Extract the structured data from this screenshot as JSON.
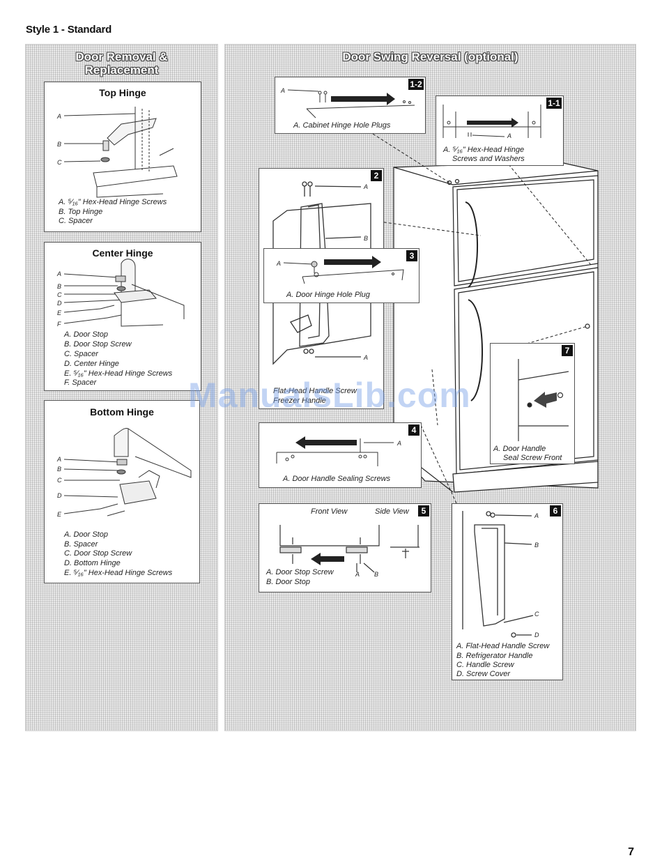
{
  "header": {
    "style_title": "Style 1 - Standard"
  },
  "left_panel": {
    "title_line1": "Door Removal &",
    "title_line2": "Replacement",
    "top_hinge": {
      "title": "Top Hinge",
      "labels": [
        "A",
        "B",
        "C"
      ],
      "captions": [
        "A. ⁵⁄₁₆\" Hex-Head Hinge Screws",
        "B. Top Hinge",
        "C. Spacer"
      ]
    },
    "center_hinge": {
      "title": "Center Hinge",
      "labels": [
        "A",
        "B",
        "C",
        "D",
        "E",
        "F"
      ],
      "captions": [
        "A. Door Stop",
        "B. Door Stop Screw",
        "C. Spacer",
        "D. Center Hinge",
        "E. ⁵⁄₁₆\" Hex-Head Hinge Screws",
        "F. Spacer"
      ]
    },
    "bottom_hinge": {
      "title": "Bottom Hinge",
      "labels": [
        "A",
        "B",
        "C",
        "D",
        "E"
      ],
      "captions": [
        "A. Door Stop",
        "B. Spacer",
        "C. Door Stop Screw",
        "D. Bottom Hinge",
        "E. ⁵⁄₁₆\" Hex-Head Hinge Screws"
      ]
    }
  },
  "right_panel": {
    "title": "Door Swing Reversal (optional)",
    "step_1_2": {
      "badge": "1-2",
      "label": "A",
      "caption": "A. Cabinet Hinge Hole Plugs"
    },
    "step_1_1": {
      "badge": "1-1",
      "label": "A",
      "caption_line1": "A. ⁵⁄₁₆\" Hex-Head Hinge",
      "caption_line2": "Screws and Washers"
    },
    "step_2": {
      "badge": "2",
      "labels": [
        "A",
        "B",
        "A"
      ],
      "caption_line1": "Flat-Head Handle Screw",
      "caption_line2": "Freezer Handle"
    },
    "step_3": {
      "badge": "3",
      "label": "A",
      "caption": "A. Door Hinge Hole Plug"
    },
    "step_4": {
      "badge": "4",
      "label": "A",
      "caption": "A. Door Handle Sealing Screws"
    },
    "step_5": {
      "badge": "5",
      "front_view": "Front View",
      "side_view": "Side View",
      "label_a": "A",
      "label_b": "B",
      "captions": [
        "A. Door Stop Screw",
        "B. Door Stop"
      ]
    },
    "step_6": {
      "badge": "6",
      "labels": [
        "A",
        "B",
        "C",
        "D"
      ],
      "captions": [
        "A. Flat-Head Handle Screw",
        "B. Refrigerator Handle",
        "C. Handle Screw",
        "D. Screw Cover"
      ]
    },
    "step_7": {
      "badge": "7",
      "caption_line1": "A. Door Handle",
      "caption_line2": "Seal Screw Front"
    }
  },
  "watermark": "ManualsLib.com",
  "footer": {
    "page_number": "7"
  }
}
